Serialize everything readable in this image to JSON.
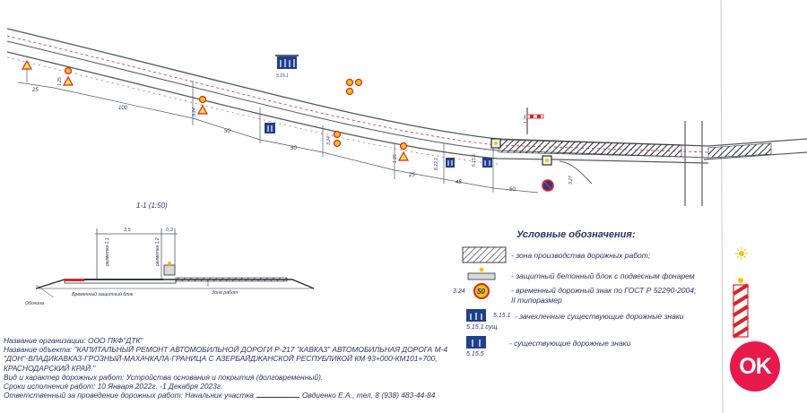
{
  "section": {
    "title": "1-1 (1:50)",
    "dim_left": "3,5",
    "dim_right": "0,3",
    "label_block": "Временный защитный блок",
    "label_zone": "Зона работ",
    "label_shoulder": "Обочина",
    "label_h1": "разметка 1.1",
    "label_h2": "разметка 1.2"
  },
  "road": {
    "distances": [
      "25",
      "100",
      "50",
      "50",
      "25",
      "45",
      "50"
    ],
    "sign_codes": [
      "1.25",
      "3.24",
      "1.25",
      "5.15.1",
      "3.24",
      "1.25",
      "8.22.1",
      "5.15.5",
      "3.27"
    ]
  },
  "legend": {
    "title": "Условные обозначения:",
    "items": [
      {
        "code": "",
        "text": "- зона производства дорожных работ;"
      },
      {
        "code": "",
        "text": "- защитный бетонный блок с подвесным фонарем"
      },
      {
        "code": "3.24",
        "sign": "50",
        "text": "- временный дорожный знак по ГОСТ Р 52290-2004;"
      },
      {
        "code": "",
        "text": "II типоразмер"
      },
      {
        "code": "5.15.1",
        "text": "- зачехленные существующие дорожные знаки"
      },
      {
        "code": "5.15.5",
        "text": "- существующие дорожные знаки"
      }
    ],
    "sub_code": "5.15.1 сущ."
  },
  "info": {
    "org": "Название организации: ООО ПКФ\"ДТК\"",
    "object1": "Название объекта: \"КАПИТАЛЬНЫЙ РЕМОНТ АВТОМОБИЛЬНОЙ ДОРОГИ Р-217 \"КАВКАЗ\" АВТОМОБИЛЬНАЯ ДОРОГА М-4",
    "object2": "\"ДОН\"-ВЛАДИКАВКАЗ-ГРОЗНЫЙ-МАХАЧКАЛА-ГРАНИЦА С АЗЕРБАЙДЖАНСКОЙ РЕСПУБЛИКОЙ КМ 93+000-КМ101+700,",
    "object3": "КРАСНОДАРСКИЙ КРАЙ.\"",
    "work_type": "Вид и характер дорожных работ: Устройства основания и покрытия (долговременный).",
    "dates": "Сроки исполнения работ: 10 Января 2022г. -1 Декабря 2023г.",
    "responsible_prefix": "Ответственный за проведение дорожных работ: Начальник участка",
    "responsible_name": "Овдиенко Е.А., тел. 8 (938) 483-44-84"
  },
  "logo": {
    "text": "OK"
  },
  "colors": {
    "ink": "#2a3468",
    "sign_red": "#d8262b",
    "sign_yellow": "#f2c40f",
    "sign_blue": "#1f3f8f",
    "logo": "#e8194b"
  }
}
